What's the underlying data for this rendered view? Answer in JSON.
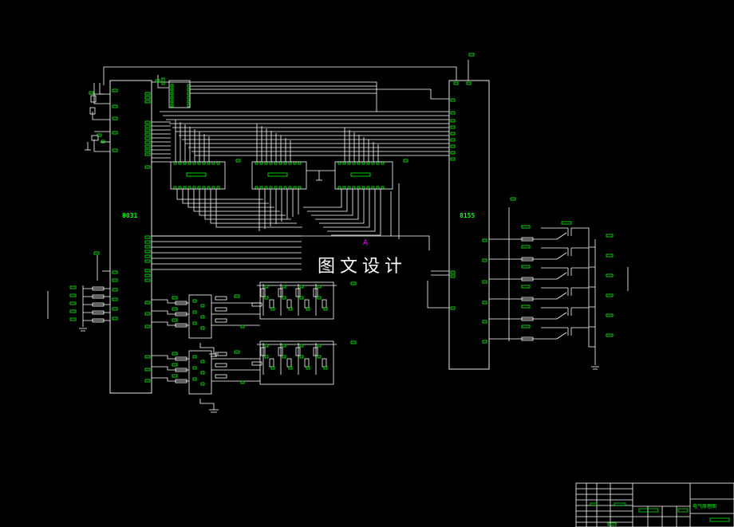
{
  "drawing": {
    "title": "电气原理图",
    "background": "#000000",
    "wire_color": "#ffffff",
    "pin_color": "#00ff00",
    "accent_color": "#ff00ff"
  },
  "chips": {
    "cpu_label": "8031",
    "io_label": "8155"
  },
  "watermark": {
    "text": "图文设计",
    "marker": "A"
  }
}
